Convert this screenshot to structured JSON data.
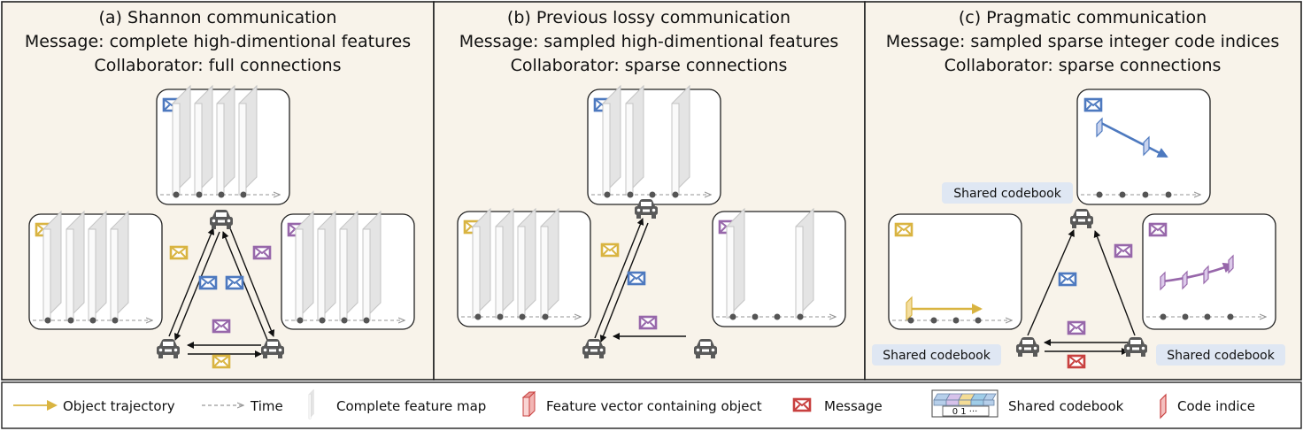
{
  "panels": [
    {
      "title": "(a) Shannon communication",
      "message": "Message: complete high-dimentional features",
      "collaborator": "Collaborator: full connections"
    },
    {
      "title": "(b) Previous lossy communication",
      "message": "Message: sampled high-dimentional features",
      "collaborator": "Collaborator: sparse connections"
    },
    {
      "title": "(c) Pragmatic communication",
      "message": "Message: sampled sparse integer code indices",
      "collaborator": "Collaborator: sparse connections"
    }
  ],
  "codebook_label": "Shared codebook",
  "legend": {
    "object_trajectory": "Object trajectory",
    "time": "Time",
    "complete_feature_map": "Complete feature map",
    "feature_vector": "Feature vector containing object",
    "message": "Message",
    "shared_codebook": "Shared codebook",
    "codebook_digits": "0 1 ···",
    "code_indice": "Code indice"
  },
  "colors": {
    "panel_bg": "#f8f3ea",
    "yellow": "#d9b441",
    "blue": "#4d79bf",
    "purple": "#9767aa",
    "red": "#c8403f",
    "codebook_bg": "#dfe7f3",
    "car": "#595959"
  }
}
